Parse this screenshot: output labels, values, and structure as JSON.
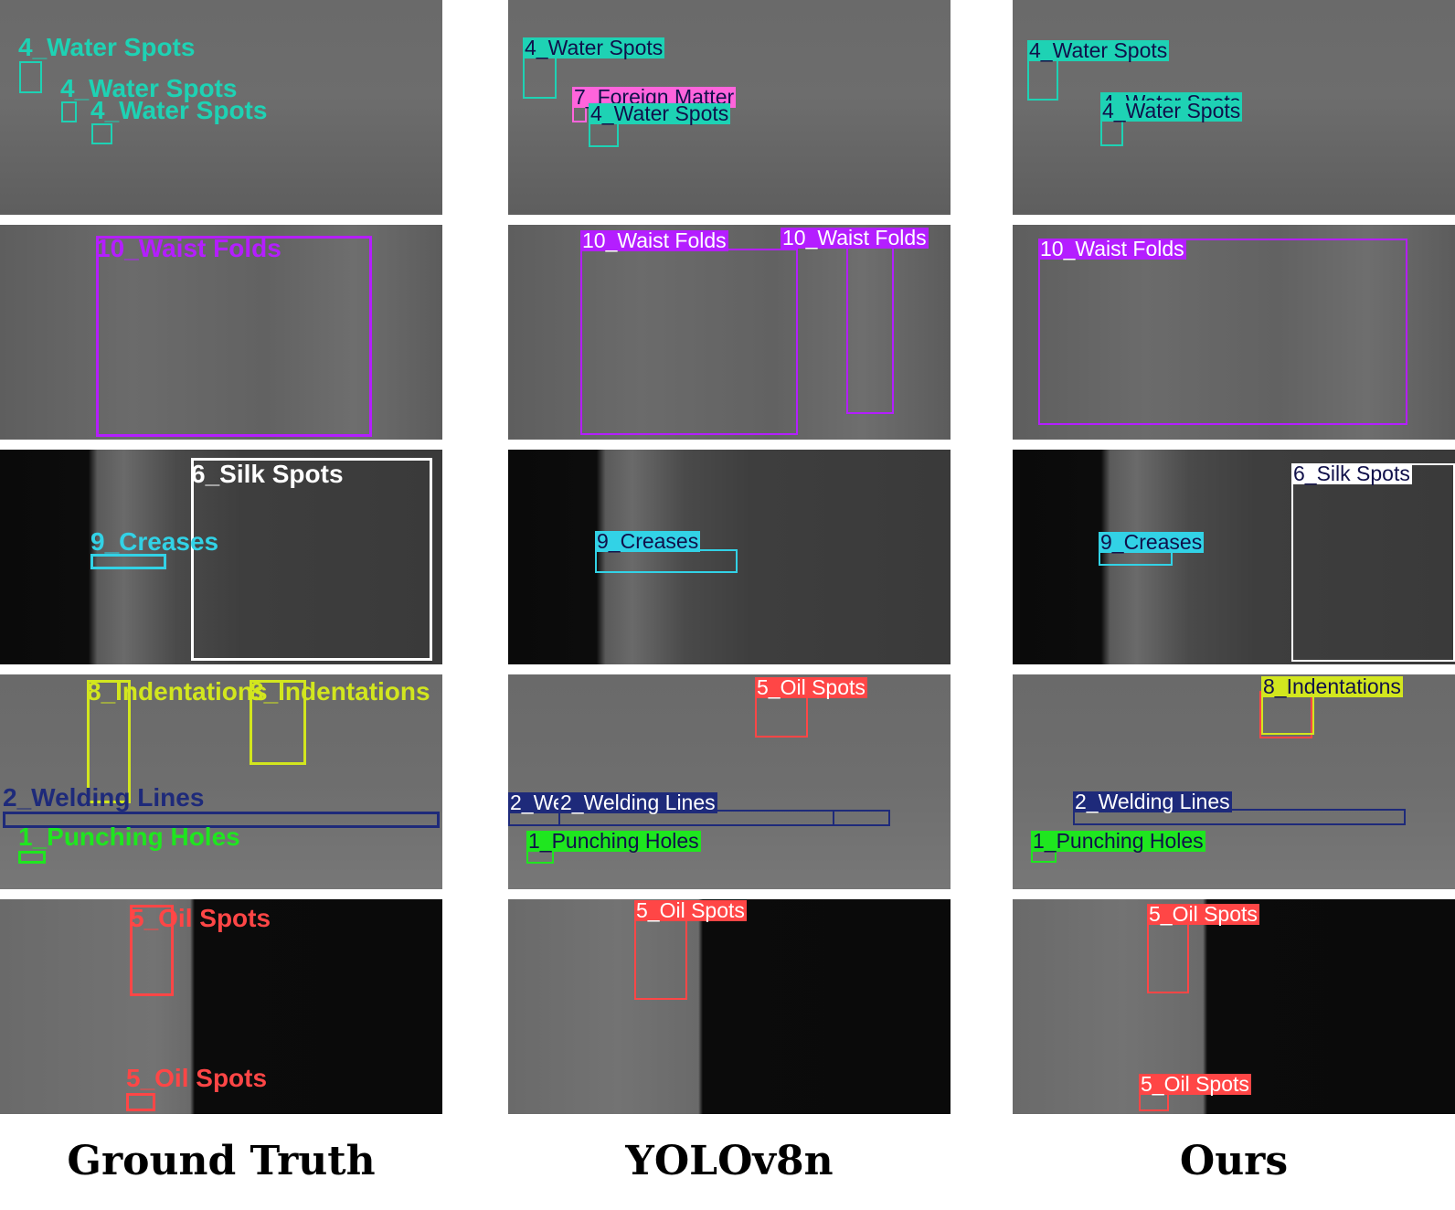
{
  "columns": [
    "Ground Truth",
    "YOLOv8n",
    "Ours"
  ],
  "colors": {
    "1_Punching Holes": "#1fe61f",
    "2_Welding Lines": "#1e2a7a",
    "4_Water Spots": "#1ed2b4",
    "5_Oil Spots": "#ff4646",
    "6_Silk Spots": "#ffffff",
    "7_Foreign Matter": "#ff64dc",
    "8_Indentations": "#d2e61e",
    "9_Creases": "#32d2e6",
    "10_Waist Folds": "#b41eff"
  },
  "rows": [
    {
      "name": "water-spots",
      "panels": [
        {
          "labels": [
            "4_Water Spots",
            "4_Water Spots",
            "4_Water Spots"
          ]
        },
        {
          "labels": [
            "4_Water Spots",
            "7_Foreign Matter",
            "4_Water Spots"
          ]
        },
        {
          "labels": [
            "4_Water Spots",
            "4_Water Spots",
            "4_Water Spots"
          ]
        }
      ]
    },
    {
      "name": "waist-folds",
      "panels": [
        {
          "labels": [
            "10_Waist Folds"
          ]
        },
        {
          "labels": [
            "10_Waist Folds",
            "10_Waist Folds"
          ]
        },
        {
          "labels": [
            "10_Waist Folds"
          ]
        }
      ]
    },
    {
      "name": "silk-creases",
      "panels": [
        {
          "labels": [
            "6_Silk Spots",
            "9_Creases"
          ]
        },
        {
          "labels": [
            "9_Creases"
          ]
        },
        {
          "labels": [
            "6_Silk Spots",
            "9_Creases"
          ]
        }
      ]
    },
    {
      "name": "mixed",
      "panels": [
        {
          "labels": [
            "8_Indentations",
            "8_Indentations",
            "2_Welding Lines",
            "1_Punching Holes"
          ]
        },
        {
          "labels": [
            "5_Oil Spots",
            "2_Welding Lines",
            "2_We",
            "1_Punching Holes"
          ]
        },
        {
          "labels": [
            "8_Indentations",
            "2_Welding Lines",
            "1_Punching Holes"
          ]
        }
      ]
    },
    {
      "name": "oil-spots",
      "panels": [
        {
          "labels": [
            "5_Oil Spots",
            "5_Oil Spots"
          ]
        },
        {
          "labels": [
            "5_Oil Spots"
          ]
        },
        {
          "labels": [
            "5_Oil Spots",
            "5_Oil Spots"
          ]
        }
      ]
    }
  ]
}
